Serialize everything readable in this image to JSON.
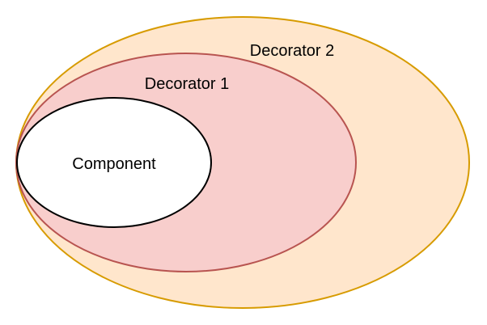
{
  "diagram": {
    "nodes": [
      {
        "id": "decorator-2",
        "label": "Decorator 2",
        "fill": "#ffe6cc",
        "stroke": "#d79b00"
      },
      {
        "id": "decorator-1",
        "label": "Decorator 1",
        "fill": "#f8cecc",
        "stroke": "#b85450"
      },
      {
        "id": "component",
        "label": "Component",
        "fill": "#ffffff",
        "stroke": "#000000"
      }
    ]
  }
}
